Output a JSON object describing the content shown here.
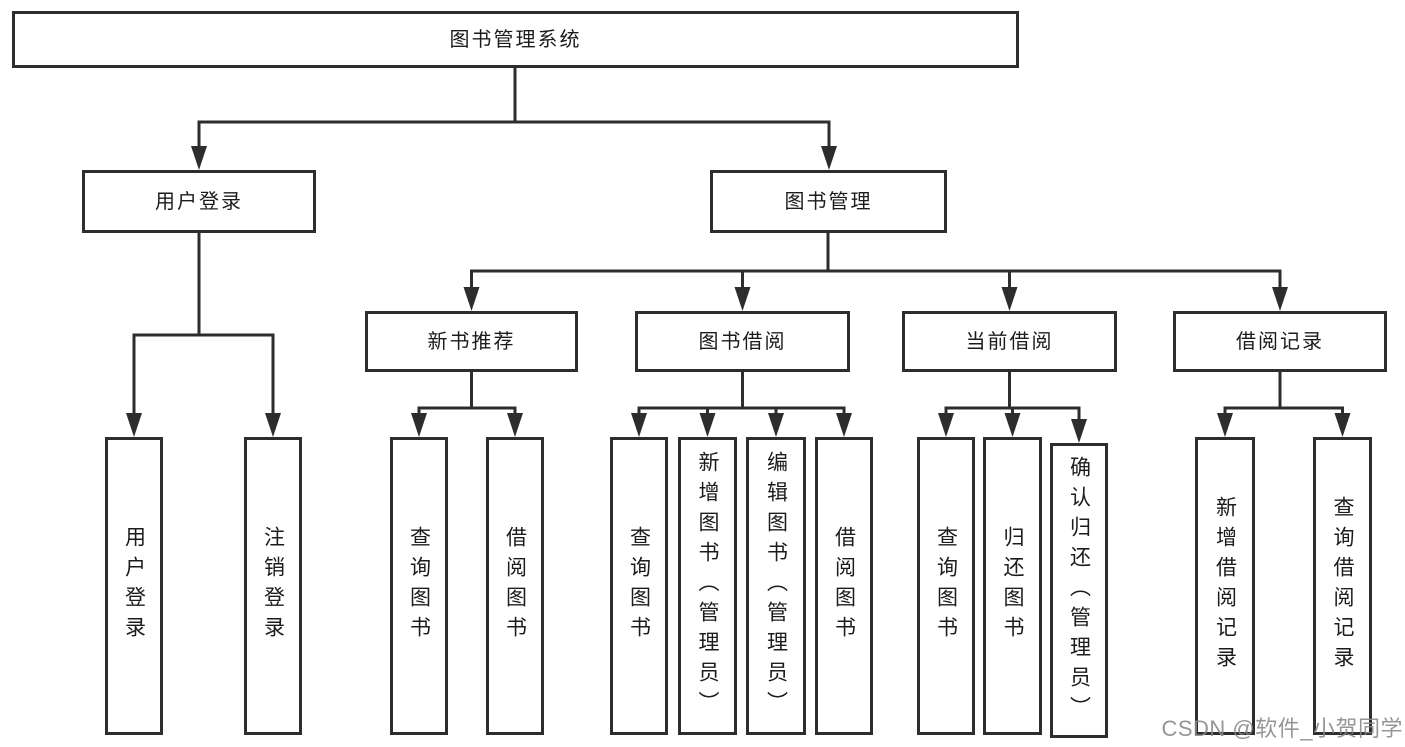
{
  "colors": {
    "line": "#2d2d2d",
    "box_border": "#2d2d2d",
    "box_fill": "#ffffff",
    "text": "#1c1c1c",
    "watermark": "#878787",
    "background": "#ffffff"
  },
  "watermark": {
    "text": "CSDN @软件_小贺同学"
  },
  "tree": {
    "root": {
      "label": "图书管理系统"
    },
    "branches": [
      {
        "label": "用户登录",
        "children": [
          {
            "label": "用户登录"
          },
          {
            "label": "注销登录"
          }
        ]
      },
      {
        "label": "图书管理",
        "children": [
          {
            "label": "新书推荐",
            "children": [
              {
                "label": "查询图书"
              },
              {
                "label": "借阅图书"
              }
            ]
          },
          {
            "label": "图书借阅",
            "children": [
              {
                "label": "查询图书"
              },
              {
                "label": "新增图书（管理员）"
              },
              {
                "label": "编辑图书（管理员）"
              },
              {
                "label": "借阅图书"
              }
            ]
          },
          {
            "label": "当前借阅",
            "children": [
              {
                "label": "查询图书"
              },
              {
                "label": "归还图书"
              },
              {
                "label": "确认归还（管理员）"
              }
            ]
          },
          {
            "label": "借阅记录",
            "children": [
              {
                "label": "新增借阅记录"
              },
              {
                "label": "查询借阅记录"
              }
            ]
          }
        ]
      }
    ]
  }
}
